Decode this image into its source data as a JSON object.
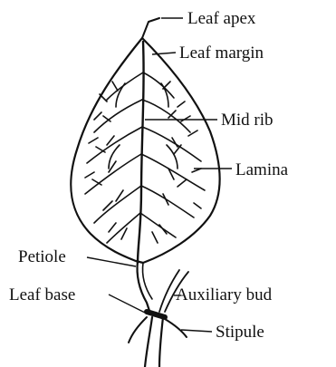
{
  "diagram": {
    "labels": {
      "leaf_apex": "Leaf apex",
      "leaf_margin": "Leaf margin",
      "mid_rib": "Mid rib",
      "lamina": "Lamina",
      "petiole": "Petiole",
      "auxiliary_bud": "Auxiliary bud",
      "leaf_base": "Leaf base",
      "stipule": "Stipule"
    }
  }
}
